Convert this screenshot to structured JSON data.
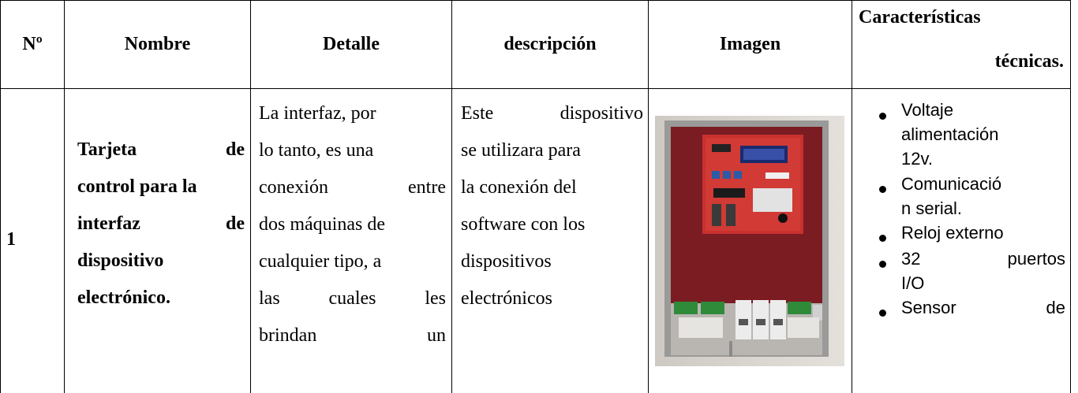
{
  "header": {
    "no": "Nº",
    "nombre": "Nombre",
    "detalle": "Detalle",
    "descripcion": "descripción",
    "imagen": "Imagen",
    "caracteristicas_1": "Características",
    "caracteristicas_2": "técnicas."
  },
  "row": {
    "no": "1",
    "nombre_lines": [
      [
        "Tarjeta",
        "de"
      ],
      [
        "control para la"
      ],
      [
        "interfaz",
        "de"
      ],
      [
        "dispositivo"
      ],
      [
        "electrónico."
      ]
    ],
    "detalle_lines": [
      [
        "La interfaz, por"
      ],
      [
        "lo tanto, es una"
      ],
      [
        "conexión",
        "entre"
      ],
      [
        "dos máquinas de"
      ],
      [
        "cualquier tipo, a"
      ],
      [
        "las",
        "cuales",
        "les"
      ],
      [
        "brindan",
        "un"
      ]
    ],
    "descripcion_lines": [
      [
        "Este",
        "dispositivo"
      ],
      [
        "se utilizara para"
      ],
      [
        "la conexión del"
      ],
      [
        "software con los"
      ],
      [
        "dispositivos"
      ],
      [
        "electrónicos"
      ]
    ],
    "caracteristicas": [
      {
        "lines": [
          [
            "Voltaje"
          ],
          [
            "alimentación"
          ],
          [
            "12v."
          ]
        ]
      },
      {
        "lines": [
          [
            "Comunicació"
          ],
          [
            "n serial."
          ]
        ]
      },
      {
        "lines": [
          [
            "Reloj externo"
          ]
        ]
      },
      {
        "lines": [
          [
            "32",
            "puertos"
          ],
          [
            "I/O"
          ]
        ]
      },
      {
        "lines": [
          [
            "Sensor",
            "de"
          ]
        ]
      }
    ]
  }
}
